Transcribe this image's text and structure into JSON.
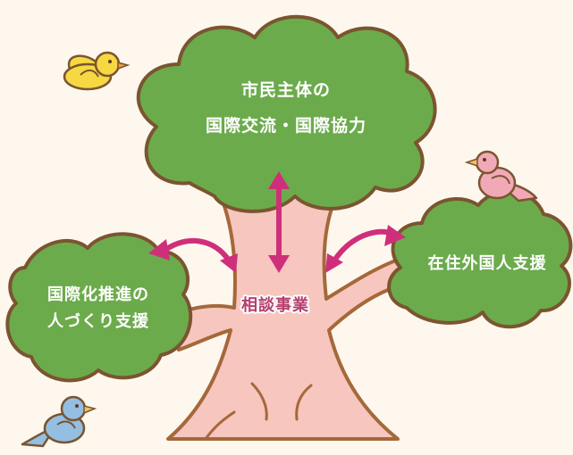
{
  "diagram": {
    "top_canopy": {
      "line1": "市民主体の",
      "line2": "国際交流・国際協力"
    },
    "right_canopy": {
      "text": "在住外国人支援"
    },
    "left_canopy": {
      "line1": "国際化推進の",
      "line2": "人づくり支援"
    },
    "trunk": {
      "text": "相談事業"
    }
  },
  "colors": {
    "background": "#fef7ee",
    "canopy_fill": "#6cab4c",
    "canopy_outline": "#7a5530",
    "trunk_fill": "#f6c6bf",
    "trunk_outline": "#a5683a",
    "arrow": "#cf2f7a",
    "center_text": "#b5406e",
    "yellow_bird": "#f6d842",
    "pink_bird": "#f2a9b7",
    "blue_bird": "#94bfe2"
  }
}
